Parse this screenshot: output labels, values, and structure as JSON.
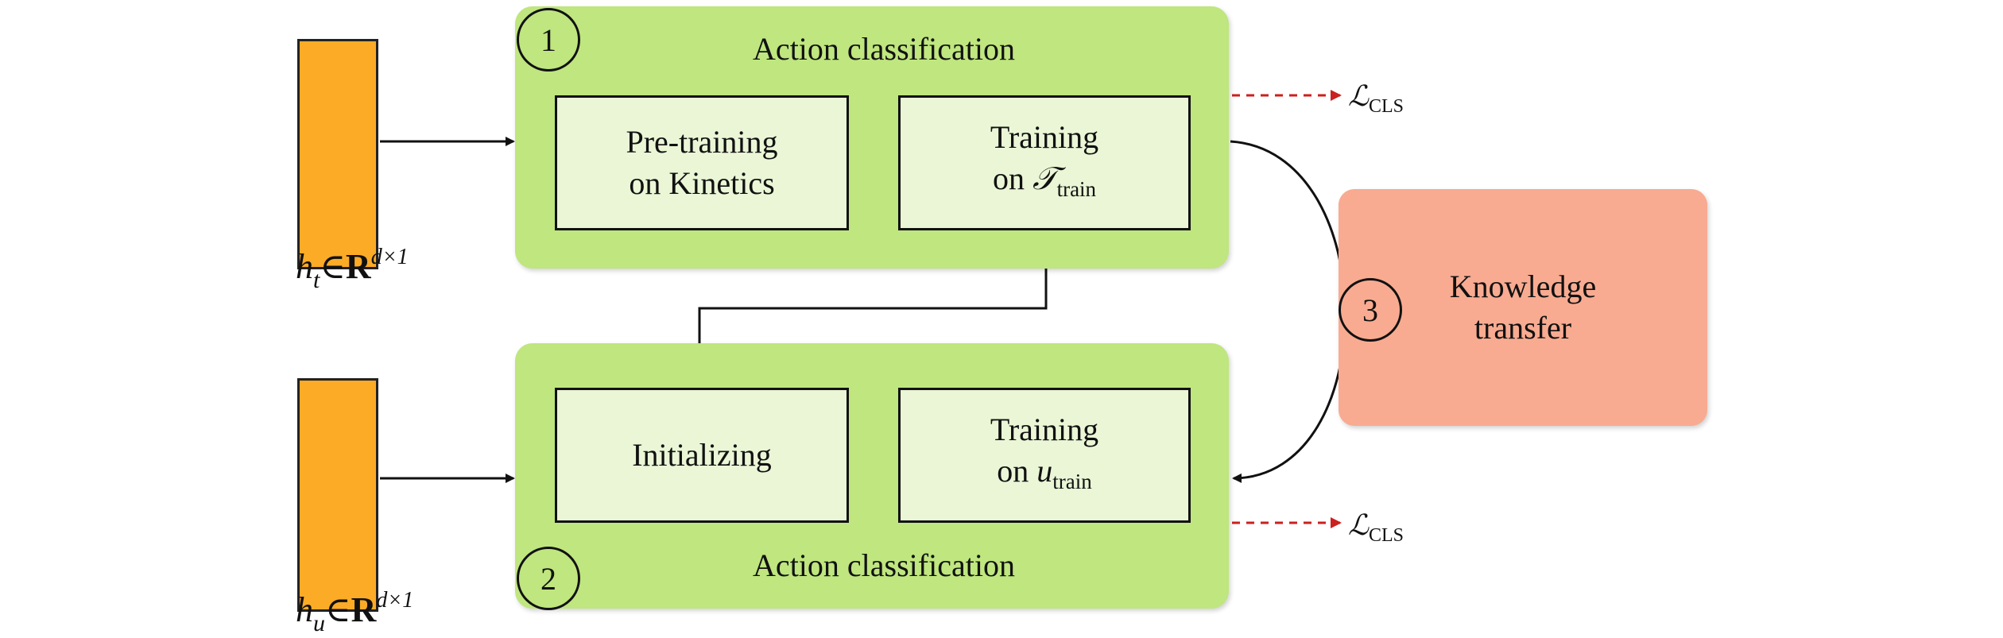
{
  "feature_top": {
    "var": "h",
    "sub": "t",
    "member": "∈",
    "set": "R",
    "dim": "d×1"
  },
  "feature_bottom": {
    "var": "h",
    "sub": "u",
    "member": "∈",
    "set": "R",
    "dim": "d×1"
  },
  "panel_top": {
    "step": "1",
    "title": "Action classification",
    "box_pretrain": {
      "line1": "Pre-training",
      "line2": "on Kinetics"
    },
    "box_training": {
      "line1": "Training",
      "prefix": "on ",
      "symbol": "𝒯",
      "sub": "train"
    }
  },
  "panel_bottom": {
    "step": "2",
    "title": "Action classification",
    "box_init": {
      "line1": "Initializing"
    },
    "box_training": {
      "line1": "Training",
      "prefix": "on ",
      "symbol": "u",
      "sub": "train"
    }
  },
  "knowledge": {
    "step": "3",
    "line1": "Knowledge",
    "line2": "transfer"
  },
  "loss_top": {
    "symbol": "ℒ",
    "sub": "CLS"
  },
  "loss_bottom": {
    "symbol": "ℒ",
    "sub": "CLS"
  },
  "colors": {
    "panel": "#bfe67f",
    "inner_box": "#eaf6d6",
    "feature": "#fbab26",
    "knowledge": "#f8ab91",
    "loss_arrow": "#cc1f1f"
  }
}
